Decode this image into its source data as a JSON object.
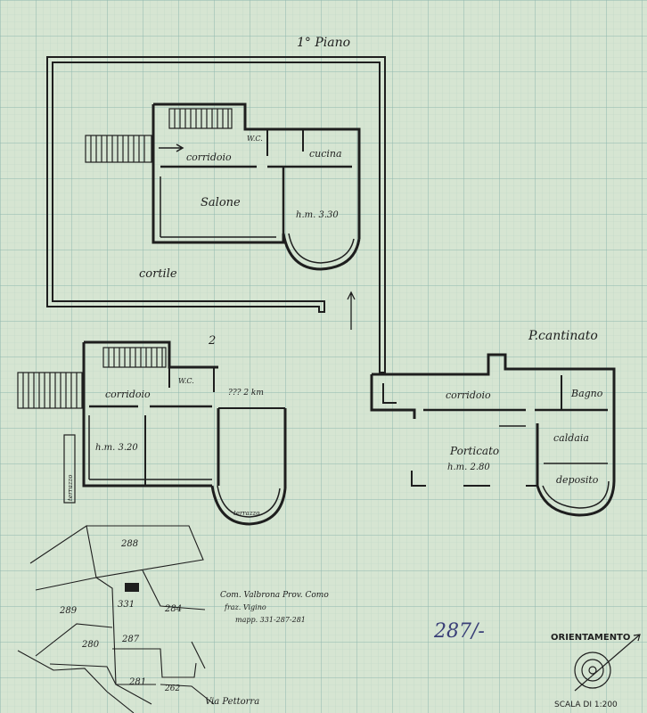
{
  "labels": {
    "first_floor_title": "1° Piano",
    "basement_title": "P.cantinato",
    "courtyard": "cortile",
    "first_floor": {
      "corridor": "corridoio",
      "wc": "W.C.",
      "kitchen": "cucina",
      "living_room": "Salone",
      "height": "h.m. 3.30"
    },
    "ground_floor": {
      "marker": "2",
      "corridor": "corridoio",
      "wc": "W.C.",
      "hall_fragment": "??? 2 km",
      "height": "h.m. 3.20",
      "terrace_left": "terrazzo",
      "terrace_bottom": "terrazzo"
    },
    "basement": {
      "corridor": "corridoio",
      "bathroom": "Bagno",
      "boiler": "caldaia",
      "portico": "Porticato",
      "height": "h.m. 2.80",
      "storage": "deposito"
    }
  },
  "cadastral": {
    "parcels": [
      "288",
      "331",
      "284",
      "289",
      "287",
      "280",
      "281",
      "262"
    ],
    "street": "Via Pettorra"
  },
  "caption": {
    "line1": "Com. Valbrona Prov. Como",
    "line2": "fraz. Vigino",
    "line3": "mapp. 331-287-281"
  },
  "handwritten_number": "287/-",
  "orientation_label": "ORIENTAMENTO",
  "scale_label": "SCALA DI 1:200",
  "colors": {
    "paper": "#d6e5d2",
    "grid_minor": "#b9d2c3",
    "grid_major": "#8fb7ad",
    "ink": "#1e1e1e"
  }
}
